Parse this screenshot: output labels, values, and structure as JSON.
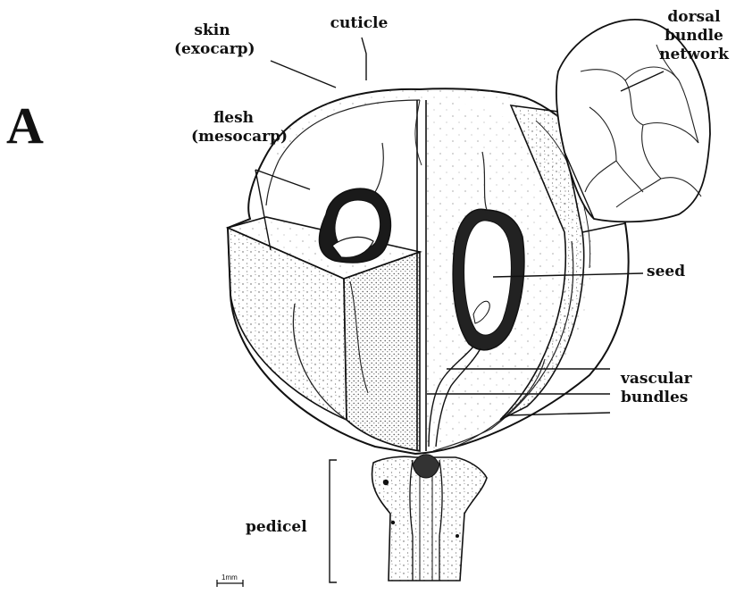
{
  "figure": {
    "panel_letter": "A",
    "labels": {
      "skin": "skin",
      "exocarp": "(exocarp)",
      "cuticle": "cuticle",
      "dorsal": "dorsal",
      "bundle": "bundle",
      "network": "network",
      "flesh": "flesh",
      "mesocarp": "(mesocarp)",
      "seed": "seed",
      "vascular": "vascular",
      "bundles": "bundles",
      "pedicel": "pedicel"
    },
    "scale_bar": "1mm"
  }
}
